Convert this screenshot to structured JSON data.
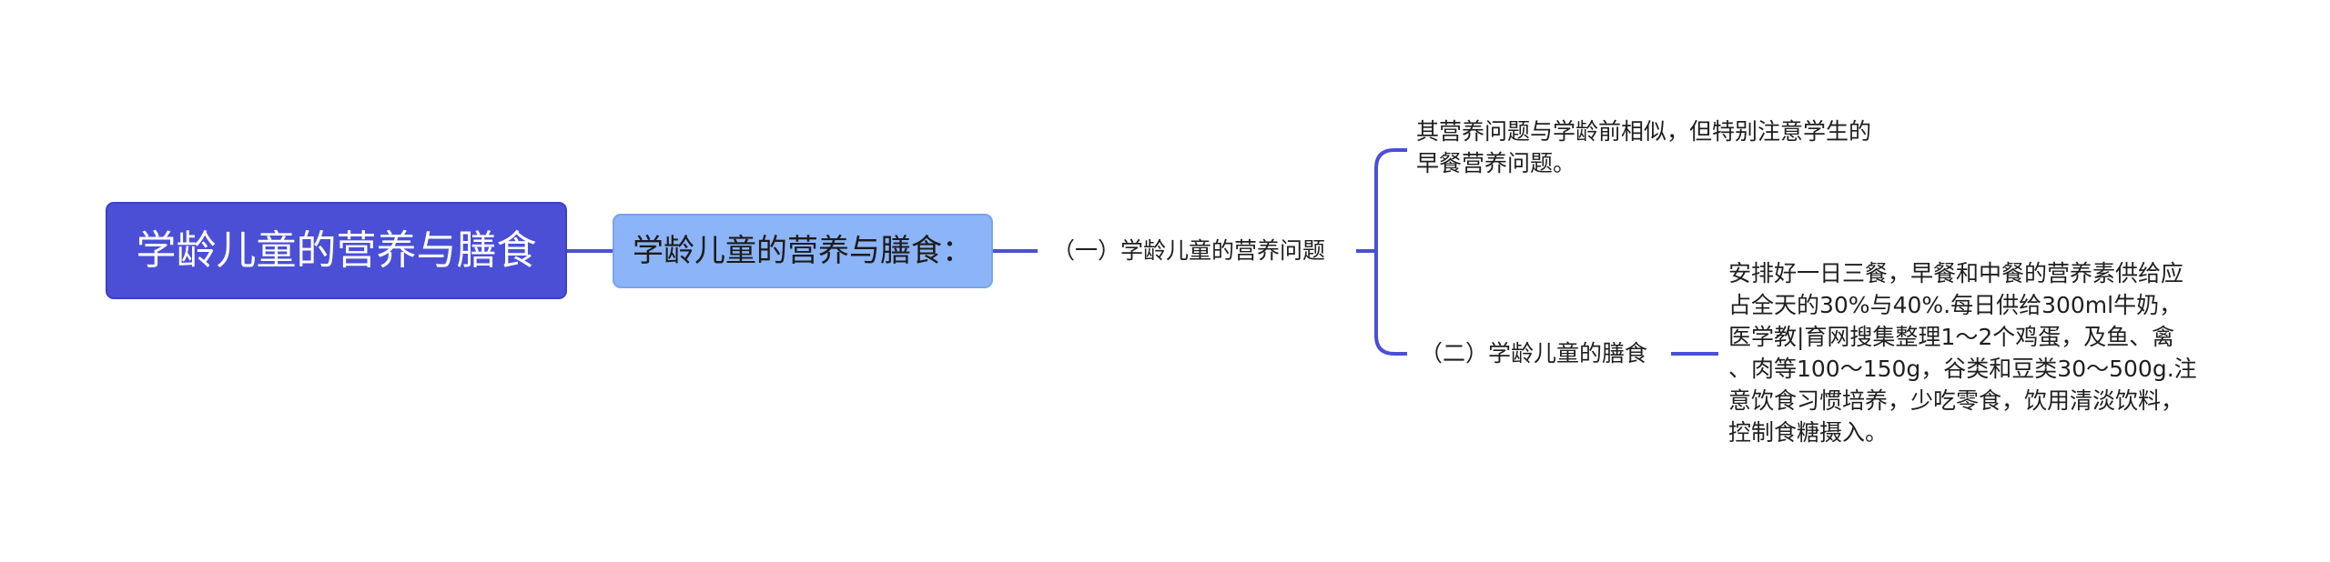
{
  "mindmap": {
    "root": {
      "label": "学龄儿童的营养与膳食"
    },
    "main": {
      "label": "学龄儿童的营养与膳食："
    },
    "topics": [
      {
        "label": "（一）学龄儿童的营养问题",
        "detail_lines": [
          "其营养问题与学龄前相似，但特别注意学生的",
          "早餐营养问题。"
        ]
      },
      {
        "label": "（二）学龄儿童的膳食",
        "detail_lines": [
          "安排好一日三餐，早餐和中餐的营养素供给应",
          "占全天的30%与40%.每日供给300ml牛奶，",
          "医学教|育网搜集整理1～2个鸡蛋，及鱼、禽",
          "、肉等100～150g，谷类和豆类30～500g.注",
          "意饮食习惯培养，少吃零食，饮用清淡饮料，",
          "控制食糖摄入。"
        ]
      }
    ]
  },
  "colors": {
    "root_fill": "#4a4fd6",
    "main_fill": "#8cb4f8",
    "connector": "#4a4fd6"
  }
}
